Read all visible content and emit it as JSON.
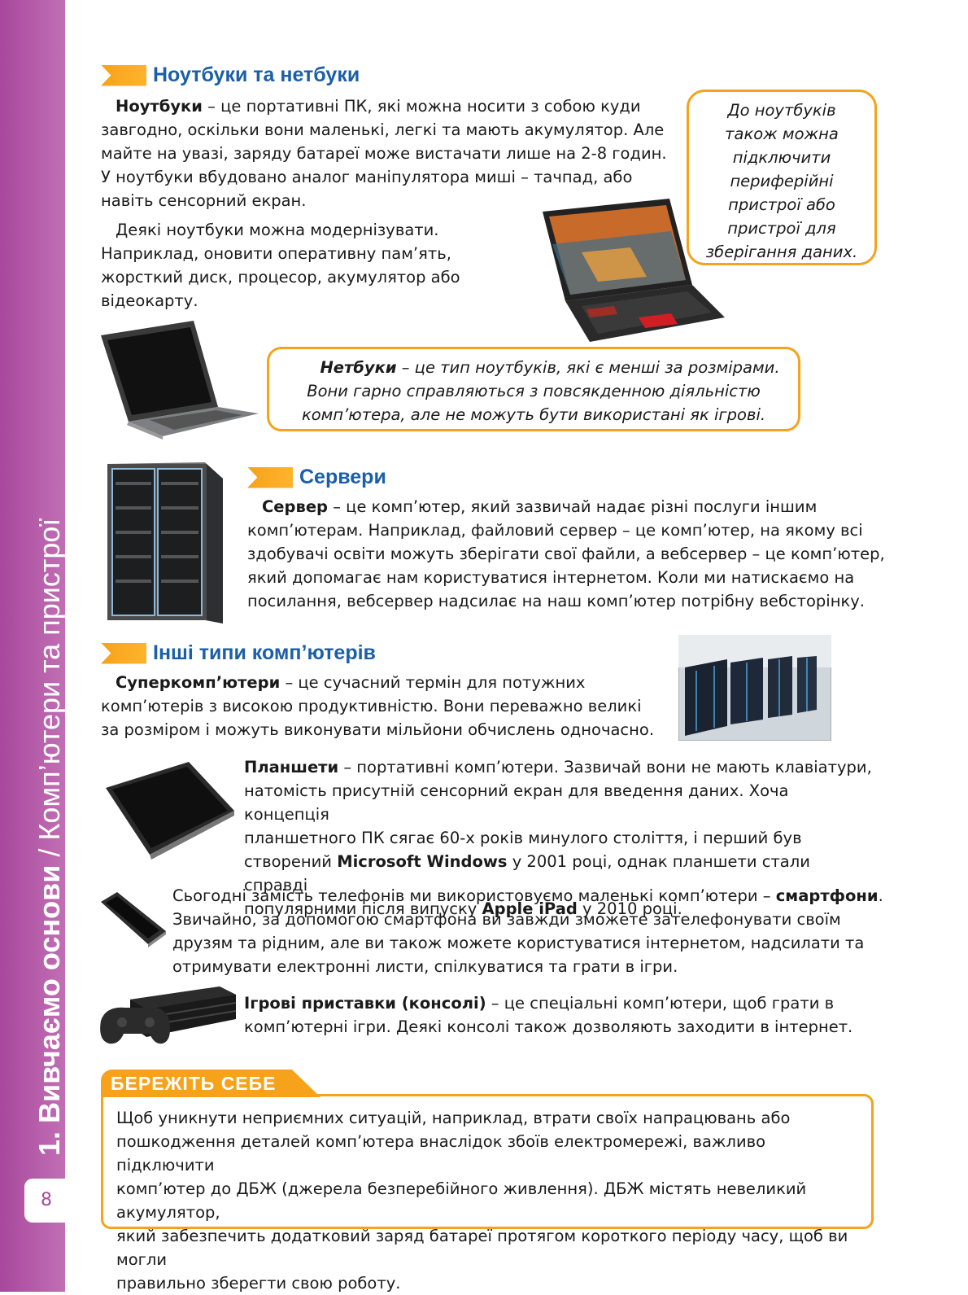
{
  "sidebar": {
    "title_bold": "1. Вивчаємо основи",
    "title_rest": " / Комп’ютери та пристрої",
    "page_number": "8"
  },
  "laptops": {
    "heading": "Ноутбуки та нетбуки",
    "p1_term": "Ноутбуки",
    "p1_lines": [
      " – це портативні ПК, які можна носити з собою куди",
      "завгодно, оскільки вони маленькі, легкі та мають акумулятор. Але",
      "майте на увазі, заряду батареї може вистачати лише на 2-8 годин.",
      "У ноутбуки вбудовано аналог маніпулятора миші – тачпад, або",
      "навіть сенсорний екран."
    ],
    "p2_lines": [
      "Деякі ноутбуки можна модернізувати.",
      "Наприклад, оновити оперативну пам’ять,",
      "жорсткий диск, процесор, акумулятор або",
      "відеокарту."
    ],
    "callout_lines": [
      "До ноутбуків",
      "також можна",
      "підключити",
      "периферійні",
      "пристрої або",
      "пристрої для",
      "зберігання даних."
    ],
    "netbook_term": "Нетбуки",
    "netbook_lines": [
      " – це тип ноутбуків, які є менші за розмірами.",
      "Вони гарно справляються з повсякденною діяльністю",
      "комп’ютера, але не можуть бути використані як ігрові."
    ]
  },
  "servers": {
    "heading": "Сервери",
    "term": "Сервер",
    "lines": [
      " – це комп’ютер, який зазвичай надає різні послуги іншим",
      "комп’ютерам. Наприклад, файловий сервер – це комп’ютер, на якому всі",
      "здобувачі освіти можуть зберігати свої файли, а вебсервер – це комп’ютер,",
      "який допомагає нам користуватися інтернетом. Коли ми натискаємо на",
      "посилання, вебсервер надсилає на наш комп’ютер потрібну вебсторінку."
    ]
  },
  "other": {
    "heading": "Інші типи комп’ютерів",
    "super_term": "Суперкомп’ютери",
    "super_lines": [
      " – це сучасний термін для потужних",
      "комп’ютерів з високою продуктивністю. Вони переважно великі",
      "за розміром і можуть виконувати мільйони обчислень одночасно."
    ],
    "tablet_term": "Планшети",
    "tablet_l1": " – портативні комп’ютери. Зазвичай вони не мають клавіатури,",
    "tablet_l2": "натомість присутній сенсорний екран для введення даних. Хоча концепція",
    "tablet_l3": "планшетного ПК сягає 60-х років минулого століття, і перший був",
    "tablet_l4a": "створений ",
    "tablet_ms": "Microsoft Windows",
    "tablet_l4b": " у 2001 році, однак планшети стали справді",
    "tablet_l5a": "популярними після випуску ",
    "tablet_ipad": "Apple iPad",
    "tablet_l5b": " у 2010 році.",
    "phone_l1a": "Сьогодні замість телефонів ми використовуємо маленькі комп’ютери – ",
    "phone_term": "смартфони",
    "phone_l1b": ".",
    "phone_lines": [
      "Звичайно, за допомогою смартфона ви завжди зможете зателефонувати своїм",
      "друзям та рідним, але ви також можете користуватися інтернетом, надсилати та",
      "отримувати електронні листи, спілкуватися та грати в ігри."
    ],
    "console_term": "Ігрові приставки (консолі)",
    "console_lines": [
      " – це спеціальні комп’ютери, щоб грати в",
      "комп’ютерні ігри. Деякі консолі також дозволяють заходити в інтернет."
    ]
  },
  "warning": {
    "title": "БЕРЕЖІТЬ СЕБЕ",
    "lines": [
      "Щоб уникнути неприємних ситуацій, наприклад, втрати своїх напрацювань або",
      "пошкодження деталей комп’ютера внаслідок збоїв електромережі, важливо підключити",
      "комп’ютер до ДБЖ (джерела безперебійного живлення). ДБЖ містять невеликий акумулятор,",
      "який забезпечить додатковий заряд батареї протягом короткого періоду часу, щоб ви могли",
      "правильно зберегти свою роботу."
    ]
  },
  "colors": {
    "accent": "#f6a21a",
    "heading": "#1a5fa8",
    "sidebar": "#a8479c"
  }
}
